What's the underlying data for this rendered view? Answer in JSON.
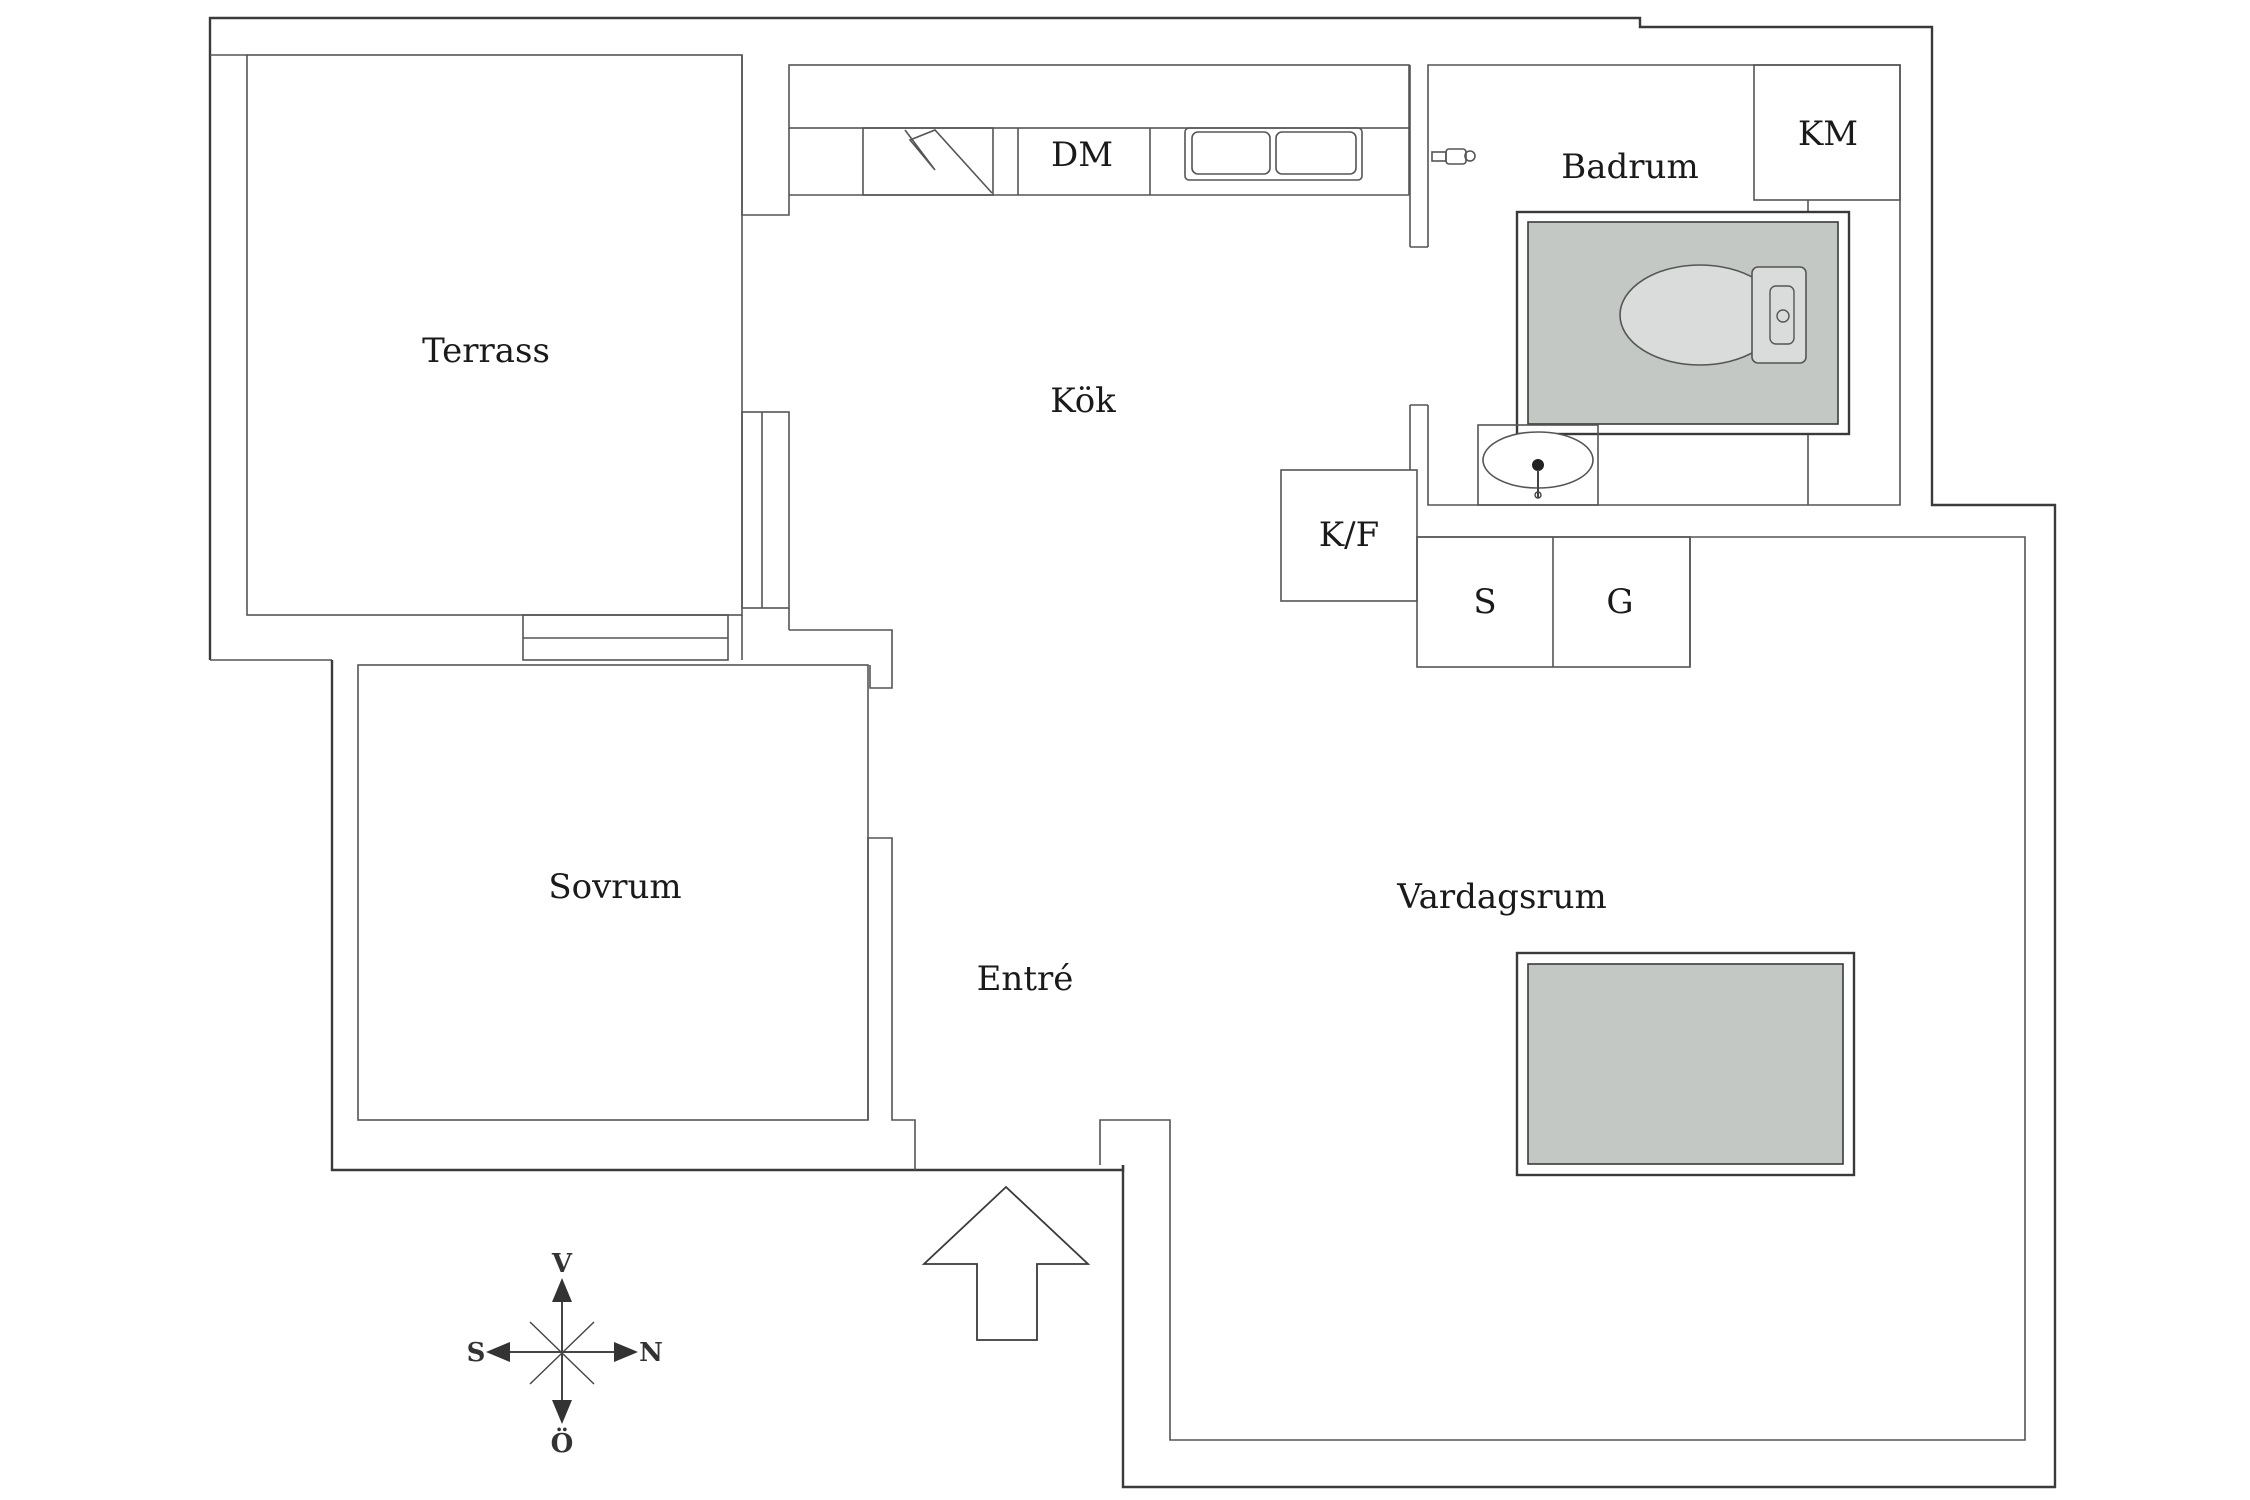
{
  "rooms": {
    "terrass": "Terrass",
    "kok": "Kök",
    "badrum": "Badrum",
    "sovrum": "Sovrum",
    "entre": "Entré",
    "vardagsrum": "Vardagsrum"
  },
  "fixtures": {
    "dm": "DM",
    "km": "KM",
    "kf": "K/F",
    "s": "S",
    "g": "G"
  },
  "compass": {
    "north": "N",
    "south": "S",
    "west": "V",
    "east": "Ö"
  },
  "colors": {
    "wall": "#3a3a3a",
    "furniture_fill": "#c3c8c5"
  },
  "icons": [
    "entrance-arrow-icon",
    "compass-rose-icon",
    "toilet-icon",
    "sink-icon",
    "stove-icon",
    "kitchen-sink-icon"
  ]
}
